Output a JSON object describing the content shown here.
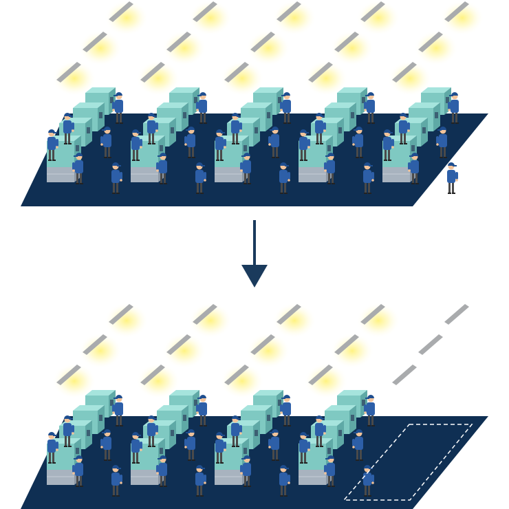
{
  "colors": {
    "floor": "#0f2f53",
    "arrow": "#1a3a5c",
    "lamp_glow": "#fff27a",
    "lamp_bar": "#a9abad",
    "machine_top": "#a6e4dd",
    "machine_front": "#7fc9c2",
    "machine_side": "#5fa9a6",
    "machine_base": "#a8b3bf",
    "machine_base_side": "#8d98a5",
    "worker_shirt": "#2d5fa8",
    "worker_cap": "#1f4e8f",
    "worker_skin": "#f1c39b",
    "worker_pants": "#4a4a4a",
    "vacant_outline": "#ffffff"
  },
  "panels": [
    {
      "id": "before",
      "lines": 5,
      "lights_per_column": 3,
      "light_columns": 5,
      "vacant_slot": false
    },
    {
      "id": "after",
      "lines": 4,
      "lights_per_column": 3,
      "light_columns": 5,
      "unlit_light_columns": 1,
      "vacant_slot": true
    }
  ],
  "transition": {
    "arrow_icon": "down-arrow-icon"
  }
}
